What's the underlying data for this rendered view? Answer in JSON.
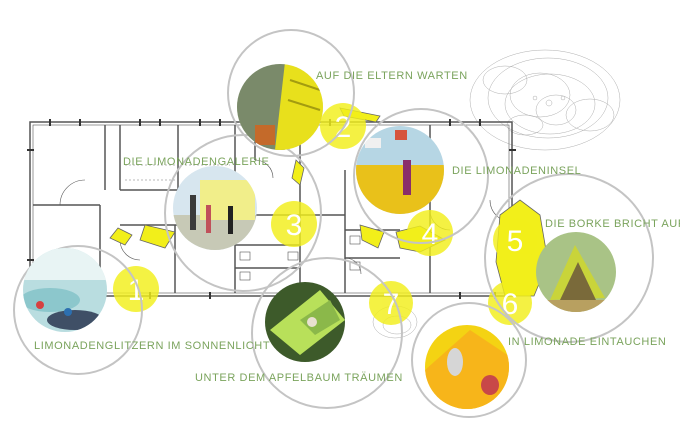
{
  "labels": {
    "l1": "LIMONADENGLITZERN IM SONNENLICHT",
    "l2": "AUF DIE ELTERN WARTEN",
    "l3": "DIE LIMONADENGALERIE",
    "l4": "DIE LIMONADENINSEL",
    "l5": "DIE BORKE BRICHT AUF",
    "l6": "IN LIMONADE EINTAUCHEN",
    "l7": "UNTER DEM APFELBAUM TRÄUMEN"
  },
  "numbers": {
    "n1": "1",
    "n2": "2",
    "n3": "3",
    "n4": "4",
    "n5": "5",
    "n6": "6",
    "n7": "7"
  },
  "colors": {
    "accent": "#f2ef1a",
    "label": "#7aa35c",
    "circle": "#c8c8c8",
    "wall": "#555555"
  }
}
